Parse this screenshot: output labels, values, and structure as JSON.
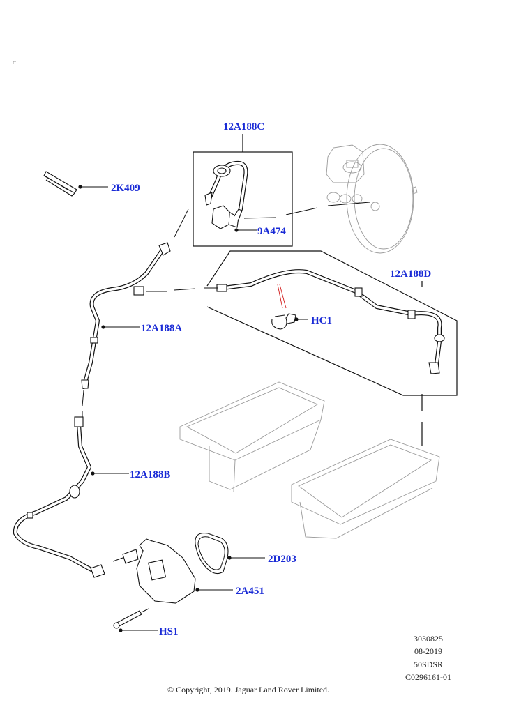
{
  "diagram": {
    "title": "Vacuum pump and brake booster vacuum hoses",
    "callouts": [
      {
        "id": "c-12A188C",
        "label": "12A188C"
      },
      {
        "id": "c-2K409",
        "label": "2K409"
      },
      {
        "id": "c-9A474",
        "label": "9A474"
      },
      {
        "id": "c-12A188D",
        "label": "12A188D"
      },
      {
        "id": "c-HC1",
        "label": "HC1"
      },
      {
        "id": "c-12A188A",
        "label": "12A188A"
      },
      {
        "id": "c-12A188B",
        "label": "12A188B"
      },
      {
        "id": "c-2D203",
        "label": "2D203"
      },
      {
        "id": "c-2A451",
        "label": "2A451"
      },
      {
        "id": "c-HS1",
        "label": "HS1"
      }
    ],
    "callout_color": "#1a2bd6"
  },
  "meta": {
    "lines": [
      "3030825",
      "08-2019",
      "50SDSR",
      "C0296161-01"
    ],
    "copyright": "© Copyright, 2019. Jaguar Land Rover Limited."
  }
}
